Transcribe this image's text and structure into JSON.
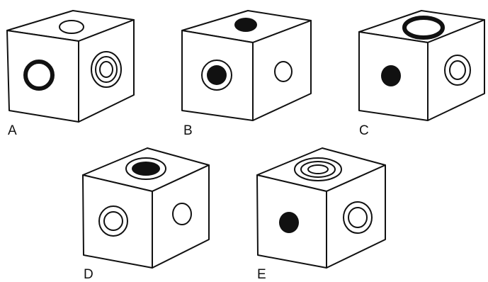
{
  "options": [
    {
      "label": "A",
      "top": "small-open-circle",
      "front": "thick-ring",
      "side": "triple-concentric-circles"
    },
    {
      "label": "B",
      "top": "solid-dot",
      "front": "dot-in-ring",
      "side": "small-open-circle"
    },
    {
      "label": "C",
      "top": "thick-ring",
      "front": "solid-dot",
      "side": "double-ring"
    },
    {
      "label": "D",
      "top": "dot-in-ring",
      "front": "double-ring",
      "side": "small-open-circle"
    },
    {
      "label": "E",
      "top": "triple-concentric-circles",
      "front": "solid-dot",
      "side": "double-ring"
    }
  ]
}
